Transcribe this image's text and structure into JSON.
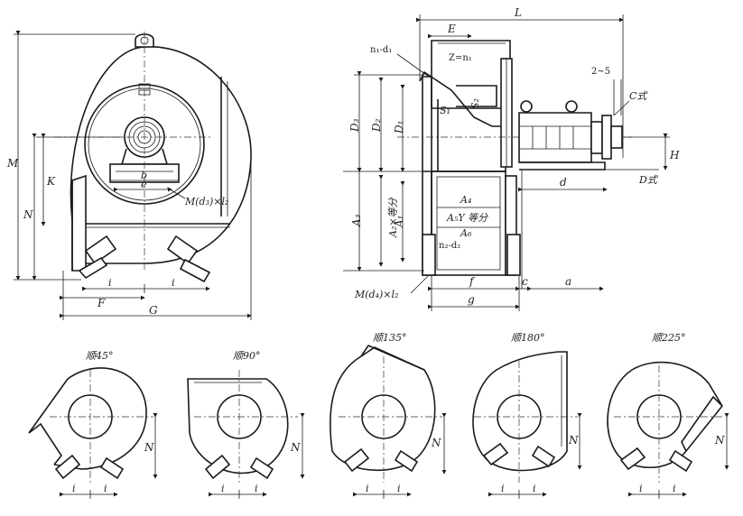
{
  "front_view": {
    "labels": {
      "M": "M",
      "K": "K",
      "N": "N",
      "b": "b",
      "e": "e",
      "bolt": "M(d₃)×l₂",
      "F": "F",
      "G": "G",
      "i1": "i",
      "i2": "i"
    }
  },
  "side_view": {
    "labels": {
      "L": "L",
      "E": "E",
      "n1d1": "n₁-d₁",
      "zn1": "Z=n₁",
      "gap": "2~5",
      "S1": "S₁",
      "S2": "S₂",
      "C_type": "C式",
      "D3": "D₃",
      "D2": "D₂",
      "D1": "D₁",
      "H": "H",
      "d": "d",
      "D_type": "D式",
      "A3": "A₃",
      "A2": "A₂×等分",
      "A1": "A₁",
      "A4": "A₄",
      "A5": "A₅Y 等分",
      "A6": "A₆",
      "n2d2": "n₂-d₂",
      "bolt": "M(d₄)×l₂",
      "f": "f",
      "c": "c",
      "a": "a",
      "g": "g"
    }
  },
  "rotations": [
    {
      "label": "顺45°",
      "N": "N",
      "i1": "i",
      "i2": "i"
    },
    {
      "label": "顺90°",
      "N": "N",
      "i1": "i",
      "i2": "i"
    },
    {
      "label": "顺135°",
      "N": "N",
      "i1": "i",
      "i2": "i"
    },
    {
      "label": "顺180°",
      "N": "N",
      "i1": "i",
      "i2": "i"
    },
    {
      "label": "顺225°",
      "N": "N",
      "i1": "i",
      "i2": "i"
    }
  ]
}
